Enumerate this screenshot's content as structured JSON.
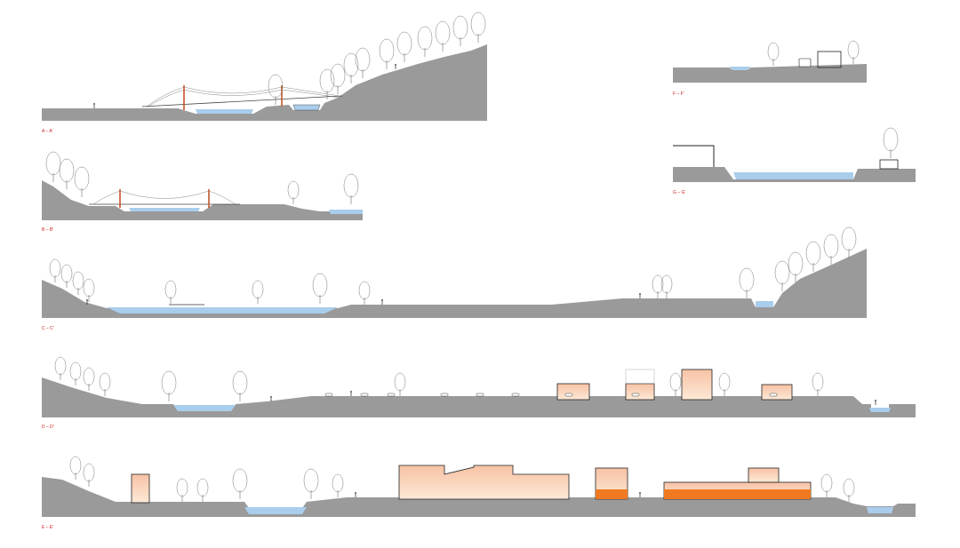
{
  "sections": [
    {
      "id": "A",
      "label": "A – A'"
    },
    {
      "id": "B",
      "label": "B – B'"
    },
    {
      "id": "C",
      "label": "C – C'"
    },
    {
      "id": "D",
      "label": "D – D'"
    },
    {
      "id": "E",
      "label": "E – E'"
    },
    {
      "id": "F",
      "label": "F – F'"
    },
    {
      "id": "G",
      "label": "G – G'"
    }
  ],
  "colors": {
    "ground": "#9a9a9a",
    "water": "#a9cdec",
    "bridge_tower": "#c0582a",
    "building_light": "#f6c6a6",
    "building_accent": "#f07a22",
    "label_red": "#cc1f1f"
  }
}
